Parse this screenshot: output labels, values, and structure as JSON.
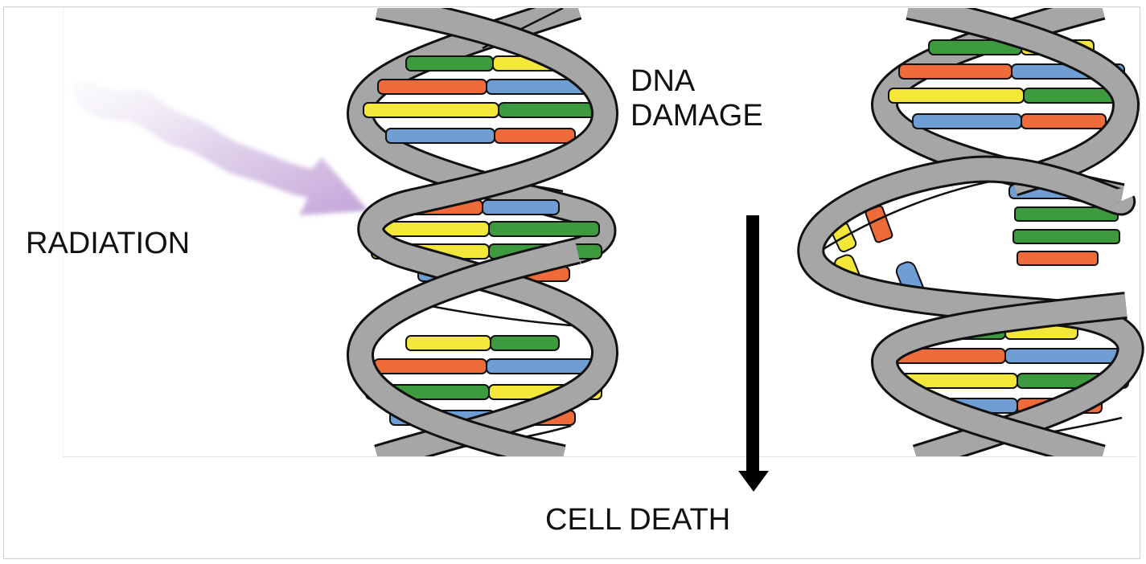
{
  "labels": {
    "radiation": "RADIATION",
    "dna_damage_line1": "DNA",
    "dna_damage_line2": "DAMAGE",
    "cell_death": "CELL DEATH"
  },
  "colors": {
    "helix_backbone": "#a6a6a6",
    "base_green": "#3e9a3e",
    "base_yellow": "#f3e83a",
    "base_orange": "#f06b3a",
    "base_blue": "#6f9ed4",
    "radiation_arrow": "#c9a9dc",
    "outline": "#111111"
  }
}
